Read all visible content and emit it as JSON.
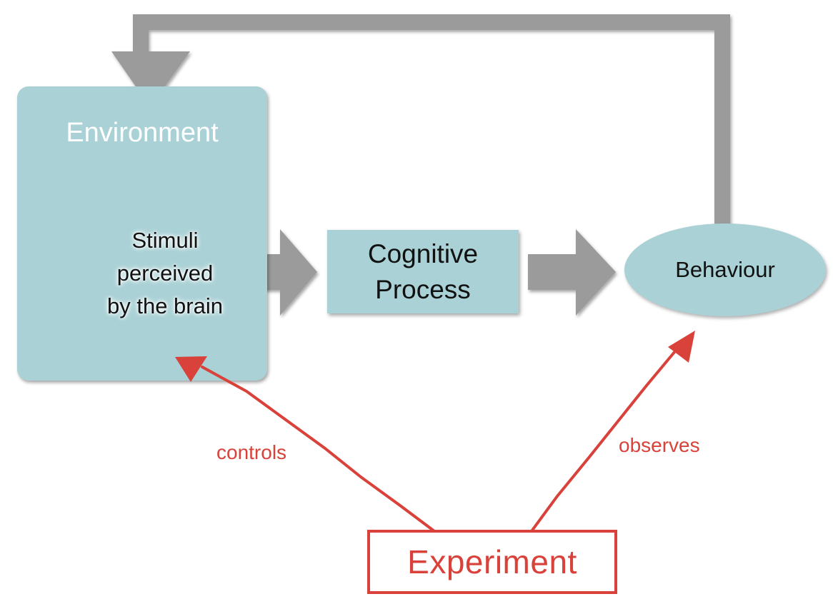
{
  "nodes": {
    "environment": {
      "title": "Environment",
      "inner_text": "Stimuli perceived by the brain"
    },
    "cognitive_process": {
      "label": "Cognitive\nProcess"
    },
    "behaviour": {
      "label": "Behaviour"
    },
    "experiment": {
      "label": "Experiment"
    }
  },
  "edges": [
    {
      "from": "environment",
      "to": "cognitive_process",
      "label": ""
    },
    {
      "from": "cognitive_process",
      "to": "behaviour",
      "label": ""
    },
    {
      "from": "behaviour",
      "to": "environment",
      "label": ""
    },
    {
      "from": "experiment",
      "to": "environment",
      "label": "controls"
    },
    {
      "from": "experiment",
      "to": "behaviour",
      "label": "observes"
    }
  ],
  "colors": {
    "node_fill": "#a9d1d6",
    "arrow_gray": "#9b9b9b",
    "accent_red": "#d9423a"
  }
}
